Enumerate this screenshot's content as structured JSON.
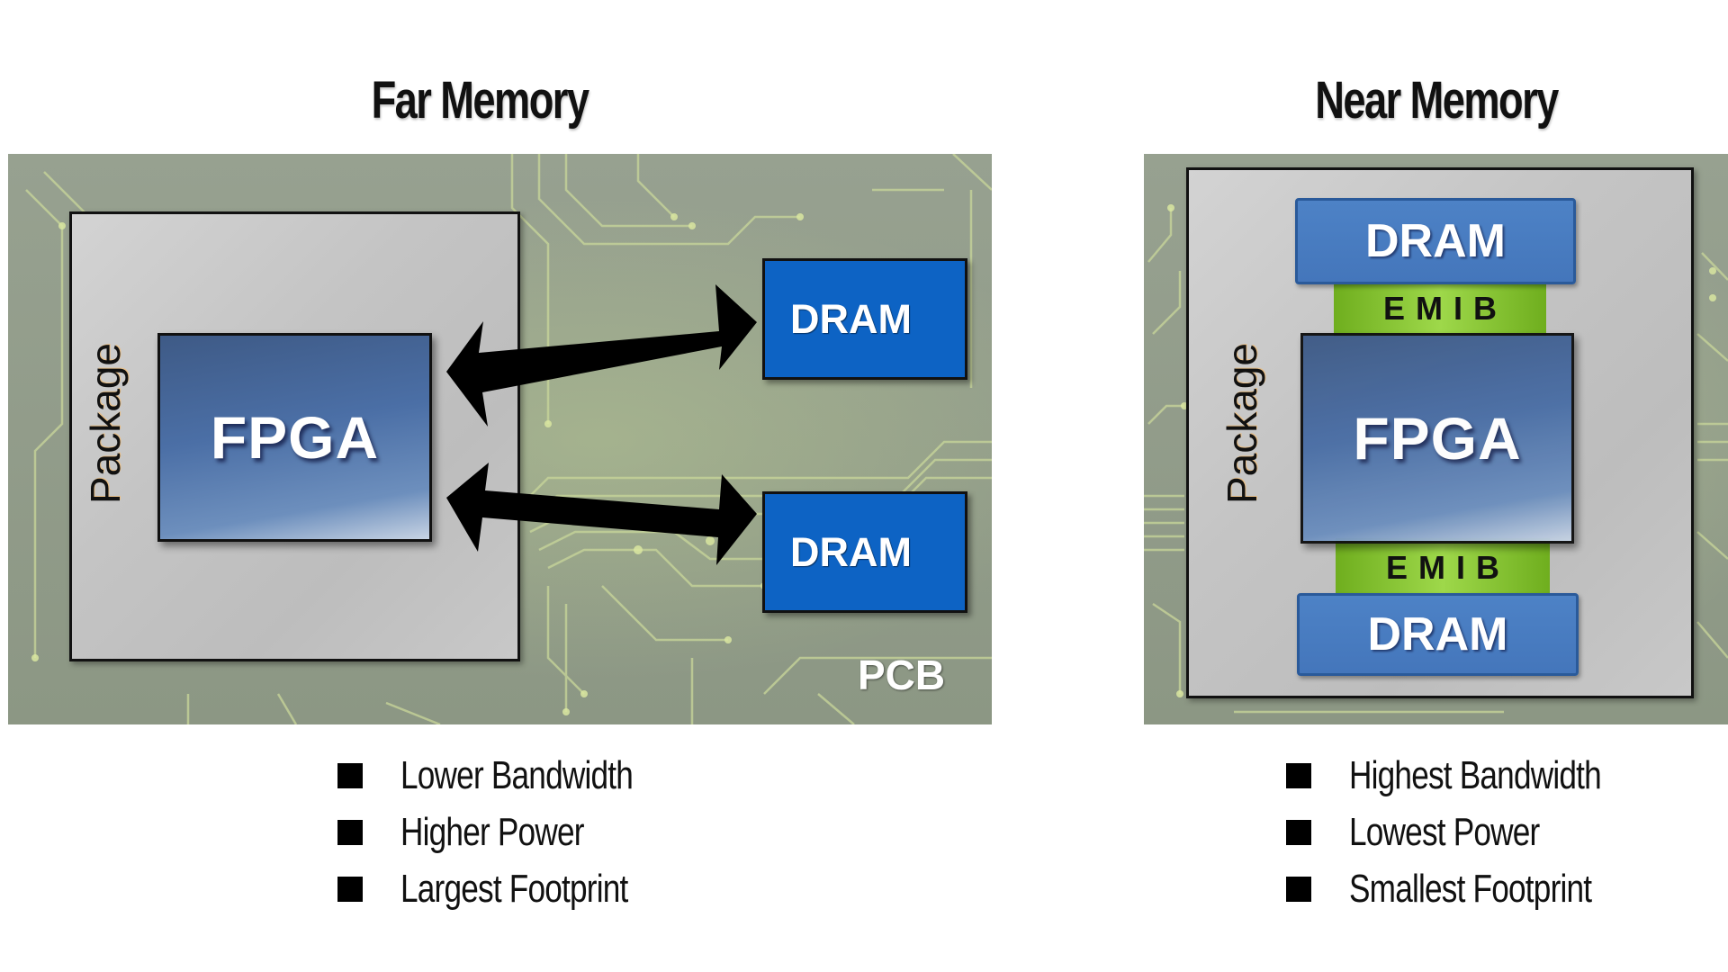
{
  "far": {
    "title": "Far Memory",
    "package_label": "Package",
    "fpga_label": "FPGA",
    "drams": [
      {
        "label": "DRAM"
      },
      {
        "label": "DRAM"
      }
    ],
    "board_label": "PCB",
    "bullets": [
      "Lower Bandwidth",
      "Higher Power",
      "Largest Footprint"
    ]
  },
  "near": {
    "title": "Near Memory",
    "package_label": "Package",
    "fpga_label": "FPGA",
    "dram_top": "DRAM",
    "emib_top": "EMIB",
    "emib_bottom": "EMIB",
    "dram_bottom": "DRAM",
    "bullets": [
      "Highest Bandwidth",
      "Lowest Power",
      "Smallest Footprint"
    ]
  },
  "colors": {
    "far_dram": "#0d63c4",
    "near_dram": "#4476bb",
    "fpga": "#4b6fa6",
    "emib": "#8cc63f",
    "pcb": "#8f9a87",
    "arrow": "#000000"
  },
  "icons": {
    "bullet": "black-square-bullet",
    "arrow": "double-headed-arrow"
  }
}
